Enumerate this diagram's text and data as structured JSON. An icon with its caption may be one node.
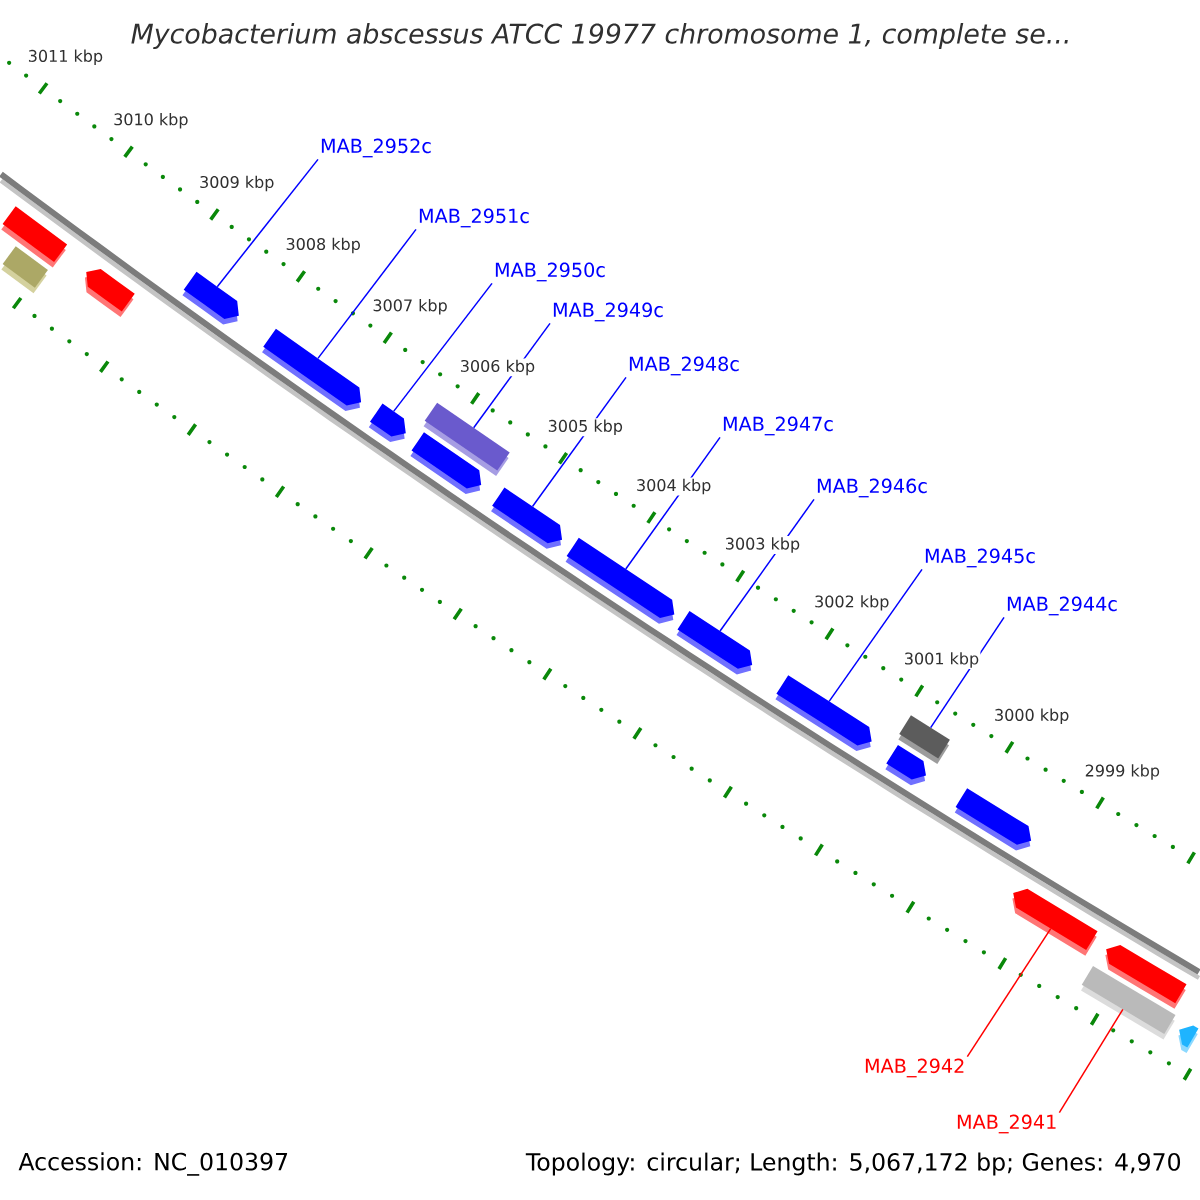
{
  "diagram": {
    "title": "Mycobacterium abscessus ATCC 19977 chromosome 1, complete se...",
    "nodes": [
      {
        "text": [
          "MAB_2952c"
        ]
      },
      {
        "text": [
          "MAB_2951c"
        ]
      },
      {
        "text": [
          "MAB_2950c"
        ]
      },
      {
        "text": [
          "MAB_2949c"
        ]
      },
      {
        "text": [
          "MAB_2948c"
        ]
      },
      {
        "text": [
          "MAB_2947c"
        ]
      },
      {
        "text": [
          "MAB_2946c"
        ]
      },
      {
        "text": [
          "MAB_2945c"
        ]
      },
      {
        "text": [
          "MAB_2944c"
        ]
      },
      {
        "text": [],
        "shape": "bar"
      },
      {
        "text": [],
        "shape": "bar"
      },
      {
        "text": [],
        "shape": "pentagon"
      },
      {
        "text": [],
        "shape": "pentagon"
      },
      {
        "text": [],
        "shape": "pentagon"
      },
      {
        "text": [],
        "shape": "pentagon"
      },
      {
        "text": [],
        "shape": "pentagon"
      },
      {
        "text": [],
        "shape": "bar"
      },
      {
        "text": [],
        "shape": "pentagon"
      },
      {
        "text": [],
        "shape": "pentagon"
      },
      {
        "text": [],
        "shape": "pentagon"
      },
      {
        "text": [],
        "shape": "pentagon"
      },
      {
        "text": [],
        "shape": "pentagon"
      },
      {
        "text": [],
        "shape": "bar"
      },
      {
        "text": [],
        "shape": "pentagon"
      },
      {
        "text": [],
        "shape": "pentagon"
      },
      {
        "text": [],
        "shape": "bar"
      },
      {
        "text": [],
        "shape": "pentagon"
      },
      {
        "text": [],
        "shape": "pentagon"
      },
      {
        "text": [
          "MAB_2942"
        ]
      },
      {
        "text": [
          "MAB_2941"
        ]
      }
    ],
    "edges": [
      {
        "from": 0,
        "to": 12,
        "arrow": "none"
      },
      {
        "from": 1,
        "to": 13,
        "arrow": "none"
      },
      {
        "from": 2,
        "to": 14,
        "arrow": "none"
      },
      {
        "from": 3,
        "to": 16,
        "arrow": "none"
      },
      {
        "from": 4,
        "to": 17,
        "arrow": "none"
      },
      {
        "from": 5,
        "to": 18,
        "arrow": "none"
      },
      {
        "from": 6,
        "to": 19,
        "arrow": "none"
      },
      {
        "from": 7,
        "to": 20,
        "arrow": "none"
      },
      {
        "from": 8,
        "to": 22,
        "arrow": "none"
      },
      {
        "from": 28,
        "to": 24,
        "arrow": "none",
        "color": "#ff0000"
      },
      {
        "from": 29,
        "to": 25,
        "arrow": "none",
        "color": "#ff0000"
      }
    ],
    "labels": [
      "3011 kbp",
      "3010 kbp",
      "3009 kbp",
      "3008 kbp",
      "3007 kbp",
      "3006 kbp",
      "3005 kbp",
      "3004 kbp",
      "3003 kbp",
      "3002 kbp",
      "3001 kbp",
      "3000 kbp",
      "2999 kbp",
      "Accession: NC_010397",
      "Topology: circular; Length: 5,067,172 bp; Genes: 4,970"
    ]
  }
}
